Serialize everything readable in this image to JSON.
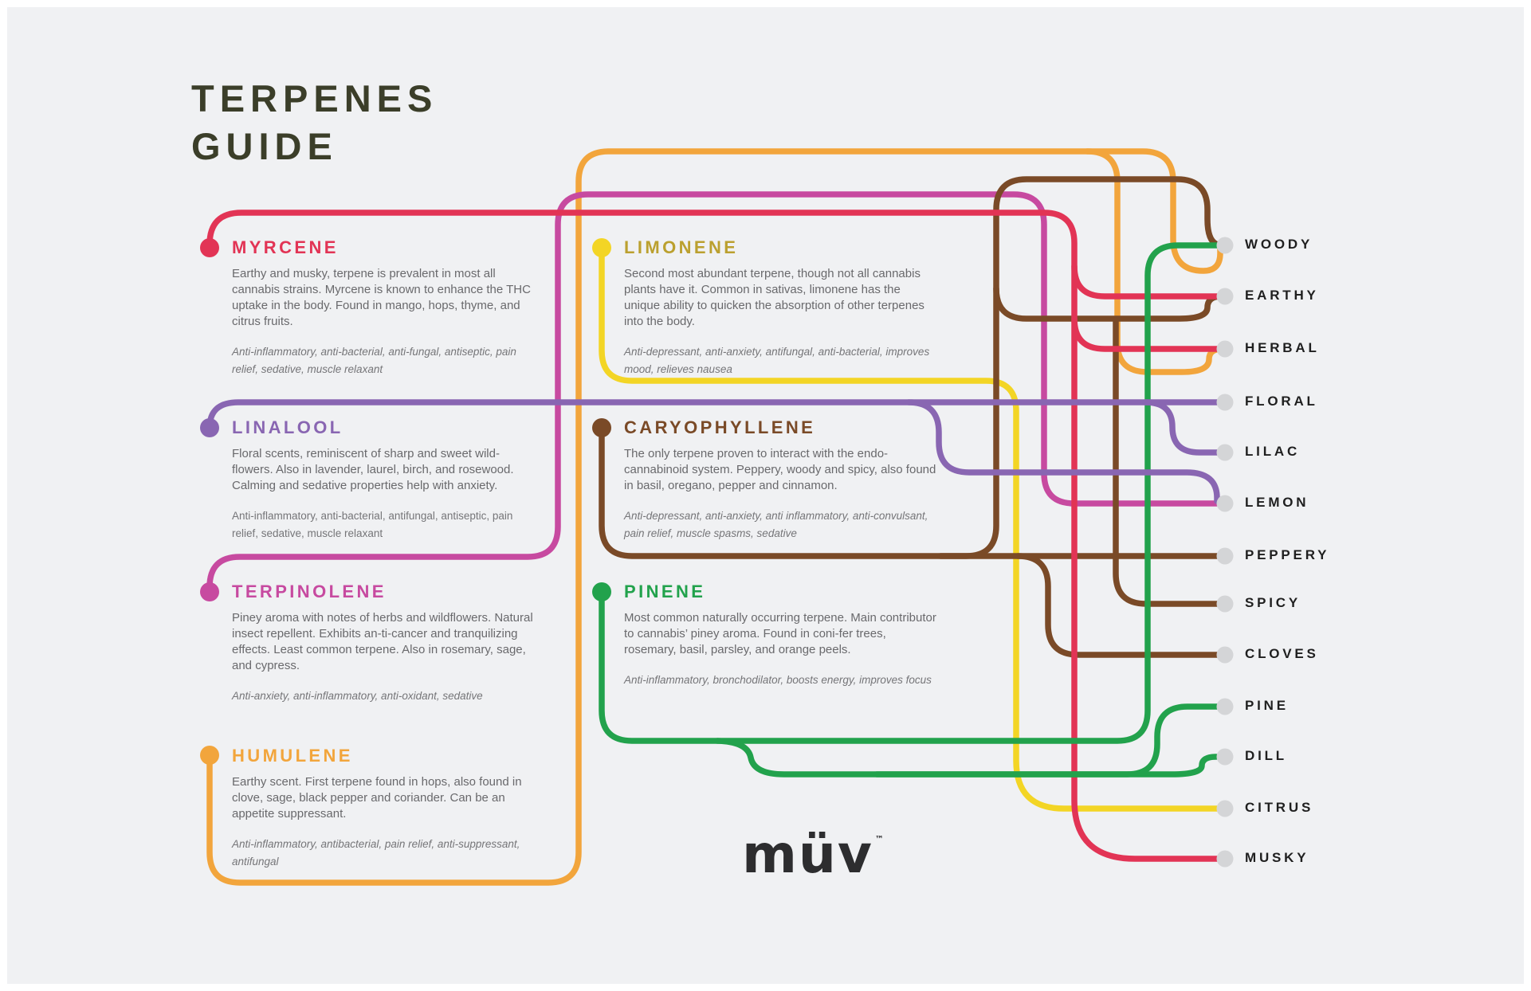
{
  "title": {
    "line1": "TERPENES",
    "line2": "GUIDE"
  },
  "brand": {
    "logo": "müv",
    "trademark": "™"
  },
  "colors": {
    "background": "#f0f1f3",
    "frame": "#ffffff",
    "heading_text": "#3b3e29",
    "body_text": "#69696c",
    "props_text": "#757578",
    "aroma_label_text": "#1f1f1f",
    "aroma_dot": "#d4d5d7",
    "logo_text": "#2d2d2f"
  },
  "terpenes": [
    {
      "name": "MYRCENE",
      "title_color": "#e23455",
      "line_color": "#e23455",
      "description": "Earthy and musky, terpene is prevalent in most all cannabis strains. Myrcene is known to enhance the THC uptake in the body. Found in mango, hops, thyme, and citrus fruits.",
      "properties": "Anti-inflammatory, anti-bacterial, anti-fungal, antiseptic, pain relief, sedative, muscle relaxant",
      "aromas": [
        "Earthy",
        "Herbal",
        "Musky"
      ]
    },
    {
      "name": "LIMONENE",
      "title_color": "#bba02f",
      "line_color": "#f3d525",
      "description": "Second most abundant terpene, though not all cannabis plants have it. Common in sativas, limonene has the unique ability to quicken the absorption of other terpenes into the body.",
      "properties": "Anti-depressant, anti-anxiety, antifungal, anti-bacterial, improves mood, relieves nausea",
      "aromas": [
        "Citrus"
      ]
    },
    {
      "name": "LINALOOL",
      "title_color": "#8966b2",
      "line_color": "#8966b2",
      "description": "Floral scents, reminiscent of sharp and sweet wild-flowers. Also in lavender, laurel, birch, and rosewood. Calming and sedative properties help with anxiety.",
      "properties": "Anti-inflammatory, anti-bacterial, antifungal, antiseptic, pain relief, sedative, muscle relaxant",
      "aromas": [
        "Floral",
        "Lilac",
        "Lemon"
      ]
    },
    {
      "name": "CARYOPHYLLENE",
      "title_color": "#7a4a27",
      "line_color": "#7a4a27",
      "description": "The only terpene proven to interact with the endo-cannabinoid system. Peppery, woody and spicy, also found in basil, oregano, pepper and cinnamon.",
      "properties": "Anti-depressant, anti-anxiety, anti inflammatory, anti-convulsant, pain relief, muscle spasms, sedative",
      "aromas": [
        "Woody",
        "Earthy",
        "Peppery",
        "Spicy",
        "Cloves"
      ]
    },
    {
      "name": "TERPINOLENE",
      "title_color": "#c74aa0",
      "line_color": "#c74aa0",
      "description": "Piney aroma with notes of herbs and wildflowers. Natural insect repellent. Exhibits an-ti-cancer and tranquilizing effects. Least common terpene. Also in rosemary, sage, and cypress.",
      "properties": "Anti-anxiety, anti-inflammatory, anti-oxidant, sedative",
      "aromas": [
        "Lemon"
      ]
    },
    {
      "name": "PINENE",
      "title_color": "#22a24c",
      "line_color": "#22a24c",
      "description": "Most common naturally occurring terpene. Main contributor to cannabis’ piney aroma. Found in coni-fer trees, rosemary, basil, parsley, and orange peels.",
      "properties": "Anti-inflammatory, bronchodilator, boosts energy, improves focus",
      "aromas": [
        "Woody",
        "Pine",
        "Dill"
      ]
    },
    {
      "name": "HUMULENE",
      "title_color": "#f2a53c",
      "line_color": "#f2a53c",
      "description": "Earthy scent. First terpene found in hops, also found in clove, sage, black pepper and coriander. Can be an appetite suppressant.",
      "properties": "Anti-inflammatory, antibacterial, pain relief, anti-suppressant, antifungal",
      "aromas": [
        "Woody",
        "Herbal"
      ]
    }
  ],
  "aromas": [
    {
      "label": "WOODY"
    },
    {
      "label": "EARTHY"
    },
    {
      "label": "HERBAL"
    },
    {
      "label": "FLORAL"
    },
    {
      "label": "LILAC"
    },
    {
      "label": "LEMON"
    },
    {
      "label": "PEPPERY"
    },
    {
      "label": "SPICY"
    },
    {
      "label": "CLOVES"
    },
    {
      "label": "PINE"
    },
    {
      "label": "DILL"
    },
    {
      "label": "CITRUS"
    },
    {
      "label": "MUSKY"
    }
  ]
}
